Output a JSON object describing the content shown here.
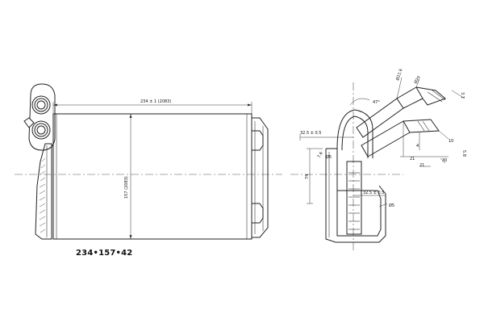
{
  "part_dimensions": "234•157•42",
  "front_view": {
    "width_dimension": "234 ± 1 (2083)",
    "height_dimension": "157 (2083)"
  },
  "side_view": {
    "angle_top": "47°",
    "dim_left_1": "32.5 ± 0.5",
    "dim_left_2": "7.6",
    "dim_vertical": "74",
    "dim_bottom": "32.5 ± 0.5",
    "dia_left": "Ø5",
    "dia_bottom": "Ø5",
    "dia_tube_top": "Ø21.6",
    "dia_tube_2": "Ø20",
    "dim_right_1": "3.1",
    "dim_right_2": "21",
    "dim_right_3": "4",
    "dim_right_4": "10",
    "dim_right_5": "21",
    "dim_right_6": "30",
    "dim_right_7": "5.8"
  }
}
